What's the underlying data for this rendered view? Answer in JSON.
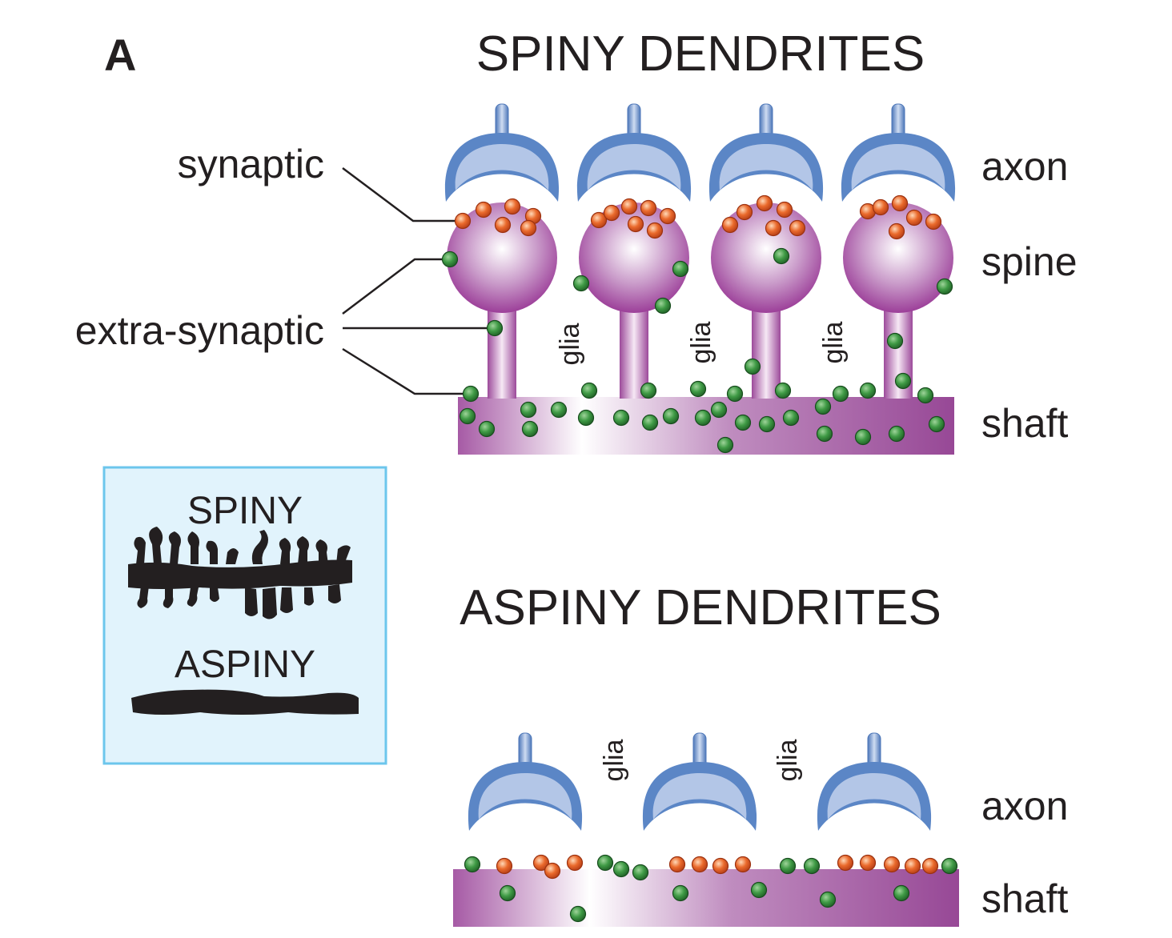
{
  "panel_label": "A",
  "spiny": {
    "title": "SPINY DENDRITES",
    "labels": {
      "synaptic": "synaptic",
      "extra_synaptic": "extra-synaptic",
      "axon": "axon",
      "spine": "spine",
      "shaft": "shaft",
      "glia": "glia"
    }
  },
  "aspiny": {
    "title": "ASPINY DENDRITES",
    "labels": {
      "axon": "axon",
      "shaft": "shaft",
      "glia": "glia"
    }
  },
  "inset": {
    "spiny_label": "SPINY",
    "aspiny_label": "ASPINY"
  },
  "colors": {
    "axon_fill": "#5b86c6",
    "axon_inner": "#b3c6e7",
    "spine_fill": "#a04a9e",
    "synaptic_receptor": "#e05a26",
    "extra_synaptic_receptor": "#2e8a3a",
    "inset_background": "#e1f3fc",
    "inset_border": "#6cc6ec"
  }
}
